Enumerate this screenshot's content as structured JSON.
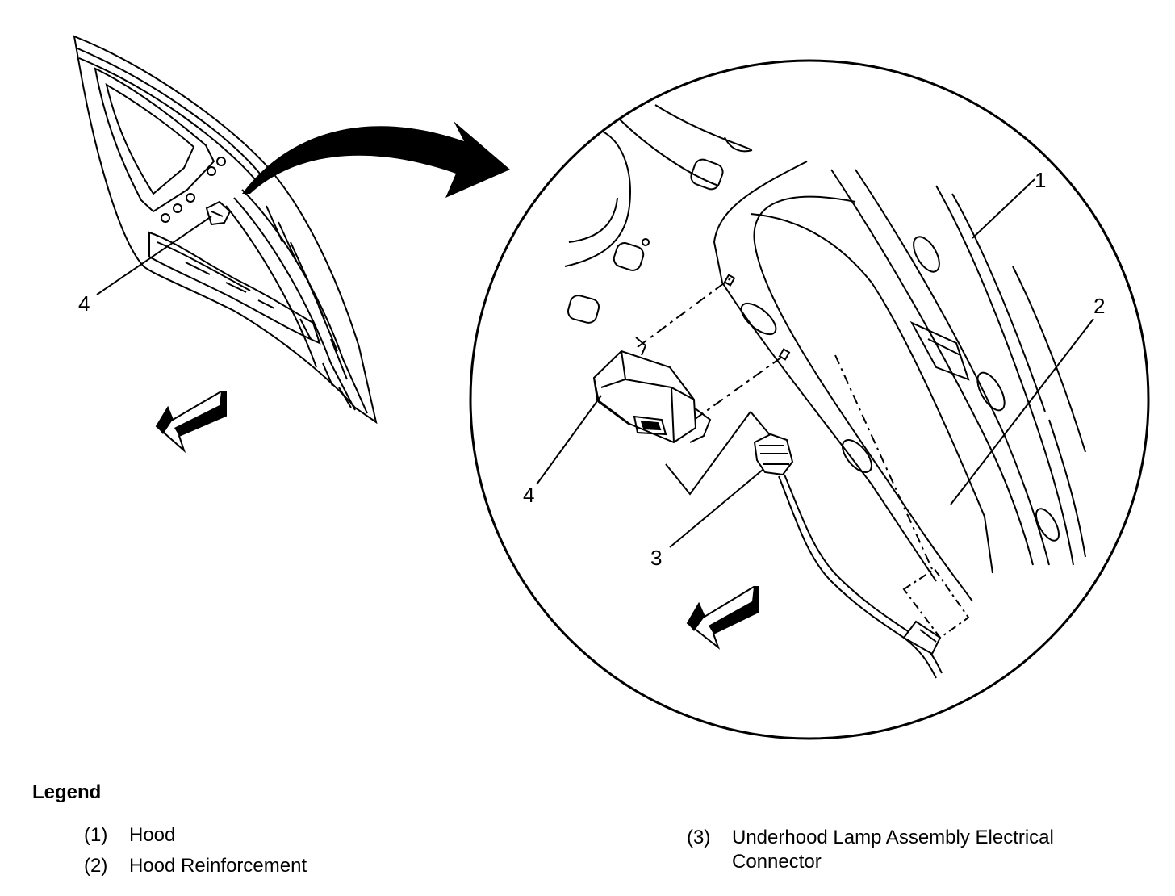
{
  "diagram": {
    "callouts": {
      "c1": "1",
      "c2": "2",
      "c3": "3",
      "c4_detail": "4",
      "c4_overview": "4"
    }
  },
  "legend": {
    "title": "Legend",
    "items": [
      {
        "num": "(1)",
        "text": "Hood"
      },
      {
        "num": "(2)",
        "text": "Hood Reinforcement"
      },
      {
        "num": "(3)",
        "text": "Underhood Lamp Assembly Electrical Connector"
      }
    ]
  },
  "colors": {
    "ink": "#000000",
    "paper": "#ffffff"
  }
}
